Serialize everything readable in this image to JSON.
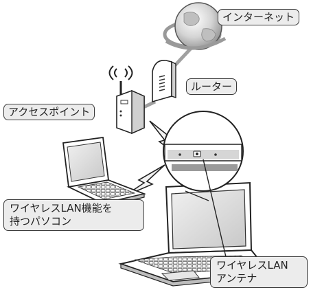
{
  "labels": {
    "internet": "インターネット",
    "router": "ルーター",
    "access_point": "アクセスポイント",
    "laptop_line1": "ワイヤレスLAN機能を",
    "laptop_line2": "持つパソコン",
    "antenna_line1": "ワイヤレスLAN",
    "antenna_line2": "アンテナ"
  },
  "icons": {
    "globe": "globe-icon",
    "router": "router-icon",
    "access_point": "access-point-icon",
    "small_laptop": "laptop-icon",
    "big_laptop": "laptop-icon",
    "wireless": "wireless-signal-icon",
    "magnifier": "magnifier-icon"
  },
  "colors": {
    "outline": "#222222",
    "fill": "#ffffff",
    "label_bg": "#ececec",
    "screen": "#d8d8d8",
    "cable": "#a0a0a0",
    "bolt": "#f2f2f2"
  }
}
